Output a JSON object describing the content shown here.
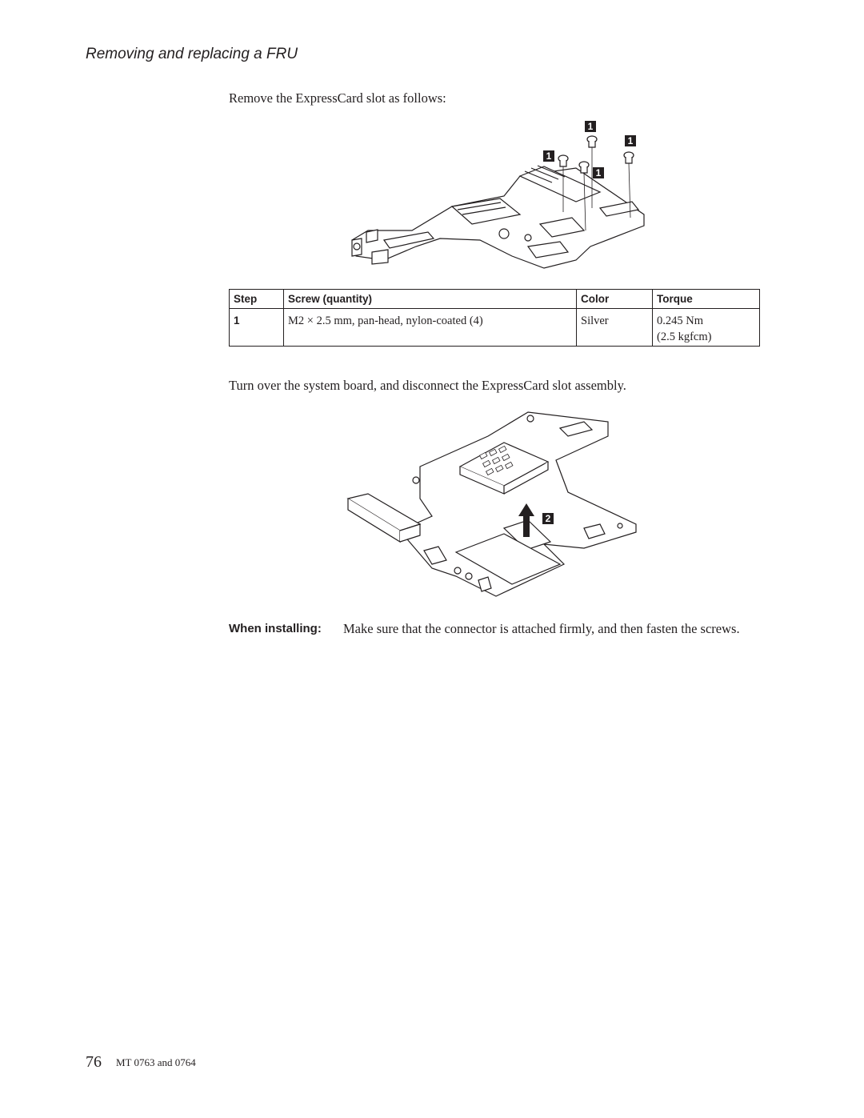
{
  "header": {
    "title": "Removing and replacing a FRU"
  },
  "intro": "Remove the ExpressCard slot as follows:",
  "figure1": {
    "callouts": [
      "1",
      "1",
      "1",
      "1"
    ]
  },
  "table": {
    "headers": [
      "Step",
      "Screw (quantity)",
      "Color",
      "Torque"
    ],
    "rows": [
      {
        "step": "1",
        "screw": "M2 × 2.5 mm, pan-head, nylon-coated (4)",
        "color": "Silver",
        "torque_line1": "0.245 Nm",
        "torque_line2": "(2.5 kgfcm)"
      }
    ]
  },
  "step2_text": "Turn over the system board, and disconnect the ExpressCard slot assembly.",
  "figure2": {
    "callouts": [
      "2"
    ]
  },
  "when_installing": {
    "label": "When installing:",
    "text": "Make sure that the connector is attached firmly, and then fasten the screws."
  },
  "footer": {
    "page_number": "76",
    "text": "MT 0763 and 0764"
  }
}
